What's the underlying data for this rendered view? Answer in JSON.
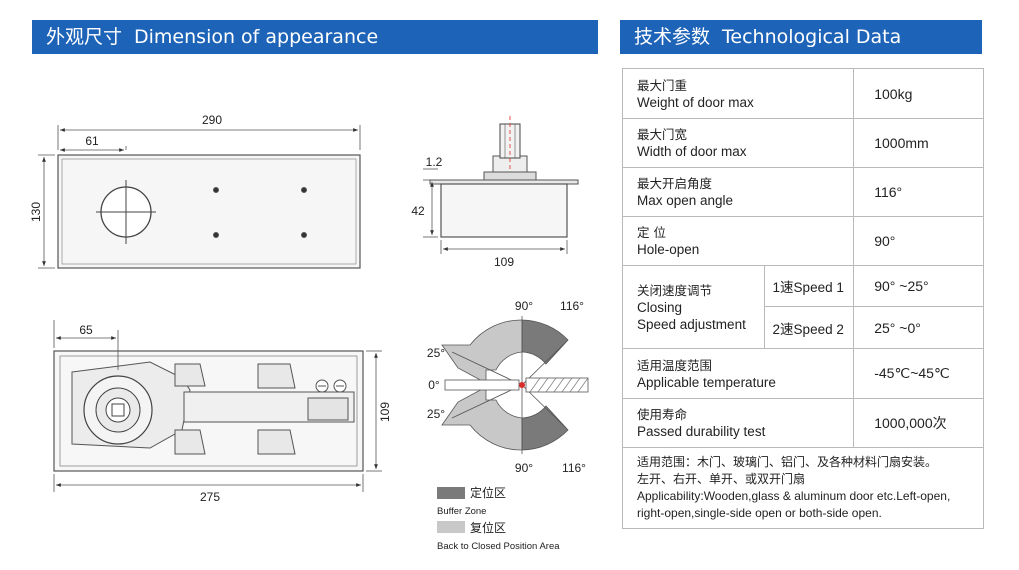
{
  "header_left": {
    "cn": "外观尺寸",
    "en": "Dimension of appearance"
  },
  "header_right": {
    "cn": "技术参数",
    "en": "Technological Data"
  },
  "top_view": {
    "length": "290",
    "pivot_offset": "61",
    "width": "130"
  },
  "side_view": {
    "plate": "1.2",
    "height": "42",
    "depth": "109"
  },
  "inner_view": {
    "pivot_offset": "65",
    "length": "275",
    "width": "109"
  },
  "angle_diagram": {
    "a90_top": "90°",
    "a116_top": "116°",
    "a25_upper": "25°",
    "a0": "0°",
    "a25_lower": "25°",
    "a90_bottom": "90°",
    "a116_bottom": "116°"
  },
  "legend": {
    "buffer_cn": "定位区",
    "buffer_en": "Buffer Zone",
    "back_cn": "复位区",
    "back_en": "Back to Closed Position Area",
    "buffer_color": "#7a7a7a",
    "back_color": "#c8c8c8"
  },
  "specs": {
    "weight": {
      "cn": "最大门重",
      "en": "Weight of door max",
      "value": "100kg"
    },
    "width": {
      "cn": "最大门宽",
      "en": "Width of door max",
      "value": "1000mm"
    },
    "angle": {
      "cn": "最大开启角度",
      "en": "Max open angle",
      "value": "116°"
    },
    "hole": {
      "cn": "定 位",
      "en": "Hole-open",
      "value": "90°"
    },
    "speed": {
      "cn": "关闭速度调节",
      "en1": "Closing",
      "en2": "Speed adjustment",
      "s1_label": "1速Speed 1",
      "s1_value": "90° ~25°",
      "s2_label": "2速Speed 2",
      "s2_value": "25° ~0°"
    },
    "temp": {
      "cn": "适用温度范围",
      "en": "Applicable temperature",
      "value": "-45℃~45℃"
    },
    "life": {
      "cn": "使用寿命",
      "en": "Passed durability test",
      "value": "1000,000次"
    },
    "applicability": {
      "cn1": "适用范围：木门、玻璃门、铝门、及各种材料门扇安装。",
      "cn2": "左开、右开、单开、或双开门扇",
      "en1": "Applicability:Wooden,glass & aluminum door etc.Left-open,",
      "en2": "right-open,single-side open or both-side open."
    }
  },
  "colors": {
    "header_bg": "#1d63b8",
    "header_text": "#ffffff",
    "table_border": "#b9b9b9"
  }
}
